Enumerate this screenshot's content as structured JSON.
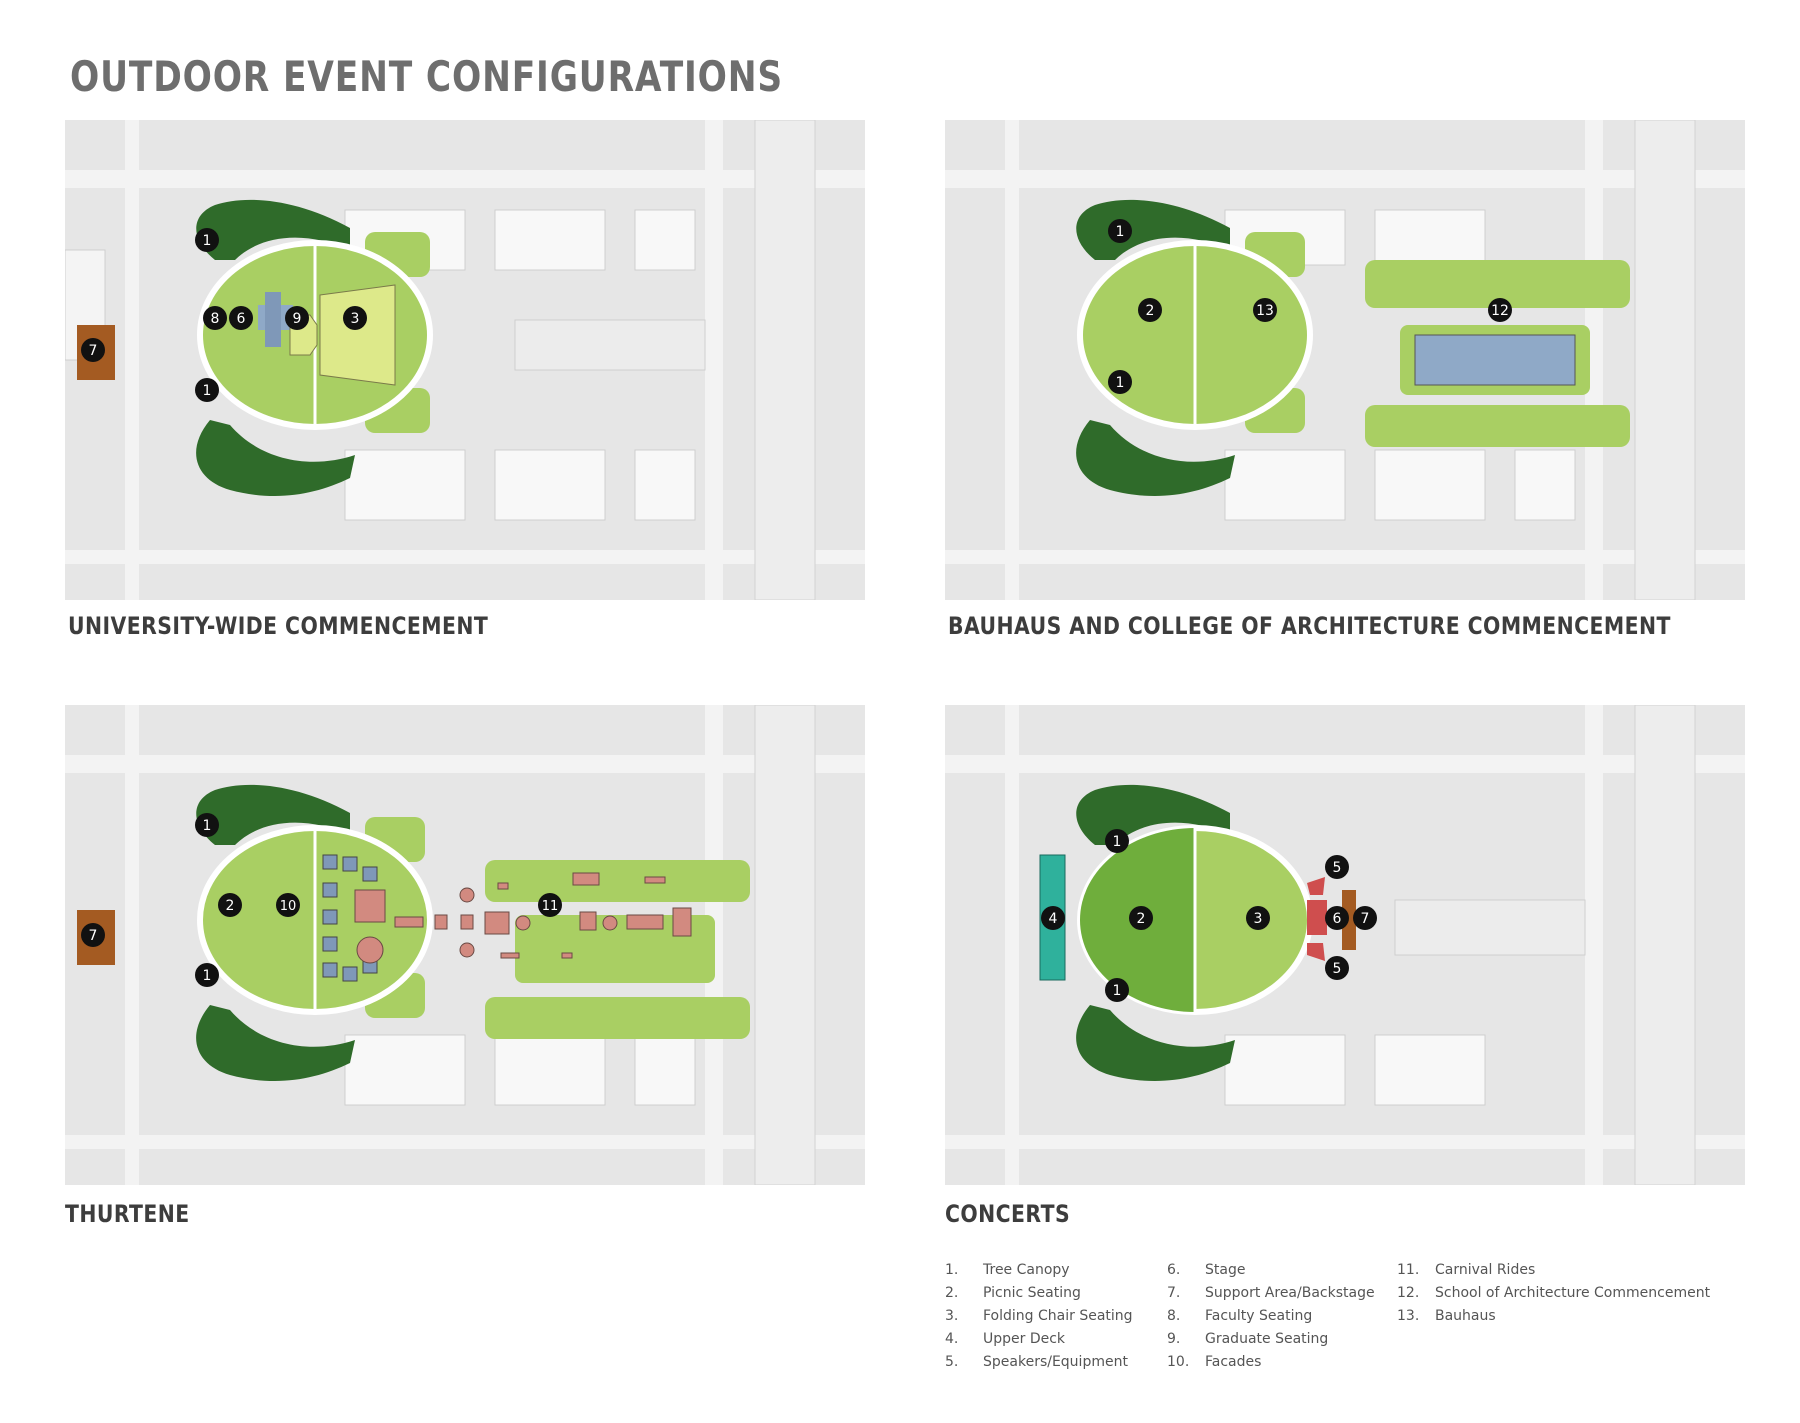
{
  "title": "OUTDOOR EVENT CONFIGURATIONS",
  "panels": [
    {
      "caption": "UNIVERSITY-WIDE COMMENCEMENT"
    },
    {
      "caption": "BAUHAUS AND COLLEGE OF ARCHITECTURE COMMENCEMENT"
    },
    {
      "caption": "THURTENE"
    },
    {
      "caption": "CONCERTS"
    }
  ],
  "legend": [
    {
      "num": "1.",
      "label": "Tree Canopy"
    },
    {
      "num": "2.",
      "label": "Picnic Seating"
    },
    {
      "num": "3.",
      "label": "Folding Chair Seating"
    },
    {
      "num": "4.",
      "label": "Upper Deck"
    },
    {
      "num": "5.",
      "label": "Speakers/Equipment"
    },
    {
      "num": "6.",
      "label": "Stage"
    },
    {
      "num": "7.",
      "label": "Support Area/Backstage"
    },
    {
      "num": "8.",
      "label": "Faculty Seating"
    },
    {
      "num": "9.",
      "label": "Graduate Seating"
    },
    {
      "num": "10.",
      "label": "Facades"
    },
    {
      "num": "11.",
      "label": "Carnival Rides"
    },
    {
      "num": "12.",
      "label": "School of Architecture Commencement"
    },
    {
      "num": "13.",
      "label": "Bauhaus"
    }
  ],
  "badges": {
    "p1": [
      "1",
      "1",
      "8",
      "6",
      "9",
      "3",
      "7"
    ],
    "p2": [
      "1",
      "1",
      "2",
      "13",
      "12"
    ],
    "p3": [
      "1",
      "1",
      "2",
      "10",
      "11",
      "7"
    ],
    "p4": [
      "1",
      "1",
      "4",
      "2",
      "3",
      "5",
      "5",
      "6",
      "7"
    ]
  },
  "colors": {
    "tree_canopy": "#2f6b2a",
    "lawn": "#a9cf63",
    "lawn_dark": "#6fae3c",
    "graduate_seating": "#dde98a",
    "support_area": "#a45b22",
    "school_arch": "#8fa9c7",
    "upper_deck": "#2fb19c",
    "facades": "#7f98b8",
    "rides": "#d28a80",
    "stage": "#cf4e4e",
    "map_base": "#dedede"
  }
}
